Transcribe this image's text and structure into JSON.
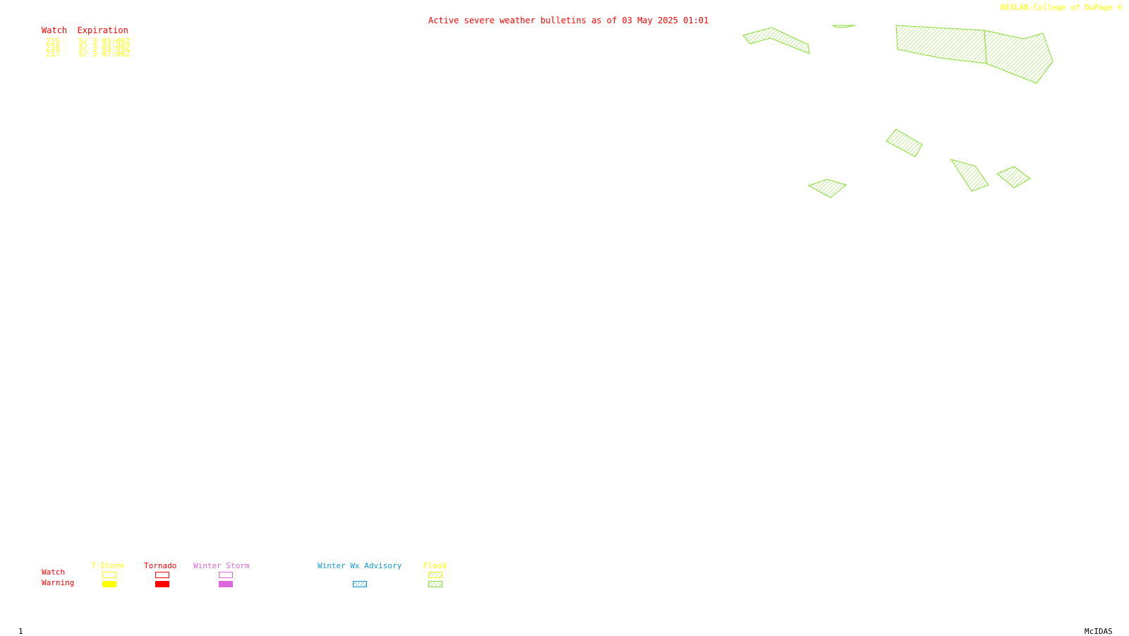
{
  "header": {
    "title": "Active severe weather bulletins as of 03 May 2025 01:01",
    "credit": "NEXLAB-College of DuPage ®"
  },
  "watch_table": {
    "heading": "Watch  Expiration",
    "rows": [
      {
        "id": "215",
        "expires": "5/ 3 03:00Z"
      },
      {
        "id": "216",
        "expires": "5/ 3 03:00Z"
      },
      {
        "id": "217",
        "expires": "5/ 3 07:00Z"
      }
    ]
  },
  "legend": {
    "row_labels": {
      "watch": "Watch",
      "warning": "Warning"
    },
    "categories": [
      {
        "label": "T-Storm",
        "color": "#ffff00"
      },
      {
        "label": "Tornado",
        "color": "#ff0000"
      },
      {
        "label": "Winter Storm",
        "color": "#dd66dd"
      },
      {
        "label": "Winter Wx Advisory",
        "color": "#1199dd"
      },
      {
        "label": "Flood",
        "color": "#88dd33"
      }
    ]
  },
  "footer": {
    "page_number": "1",
    "software": "McIDAS"
  },
  "map": {
    "warning_type": "Flood",
    "warning_color": "#88dd33"
  }
}
